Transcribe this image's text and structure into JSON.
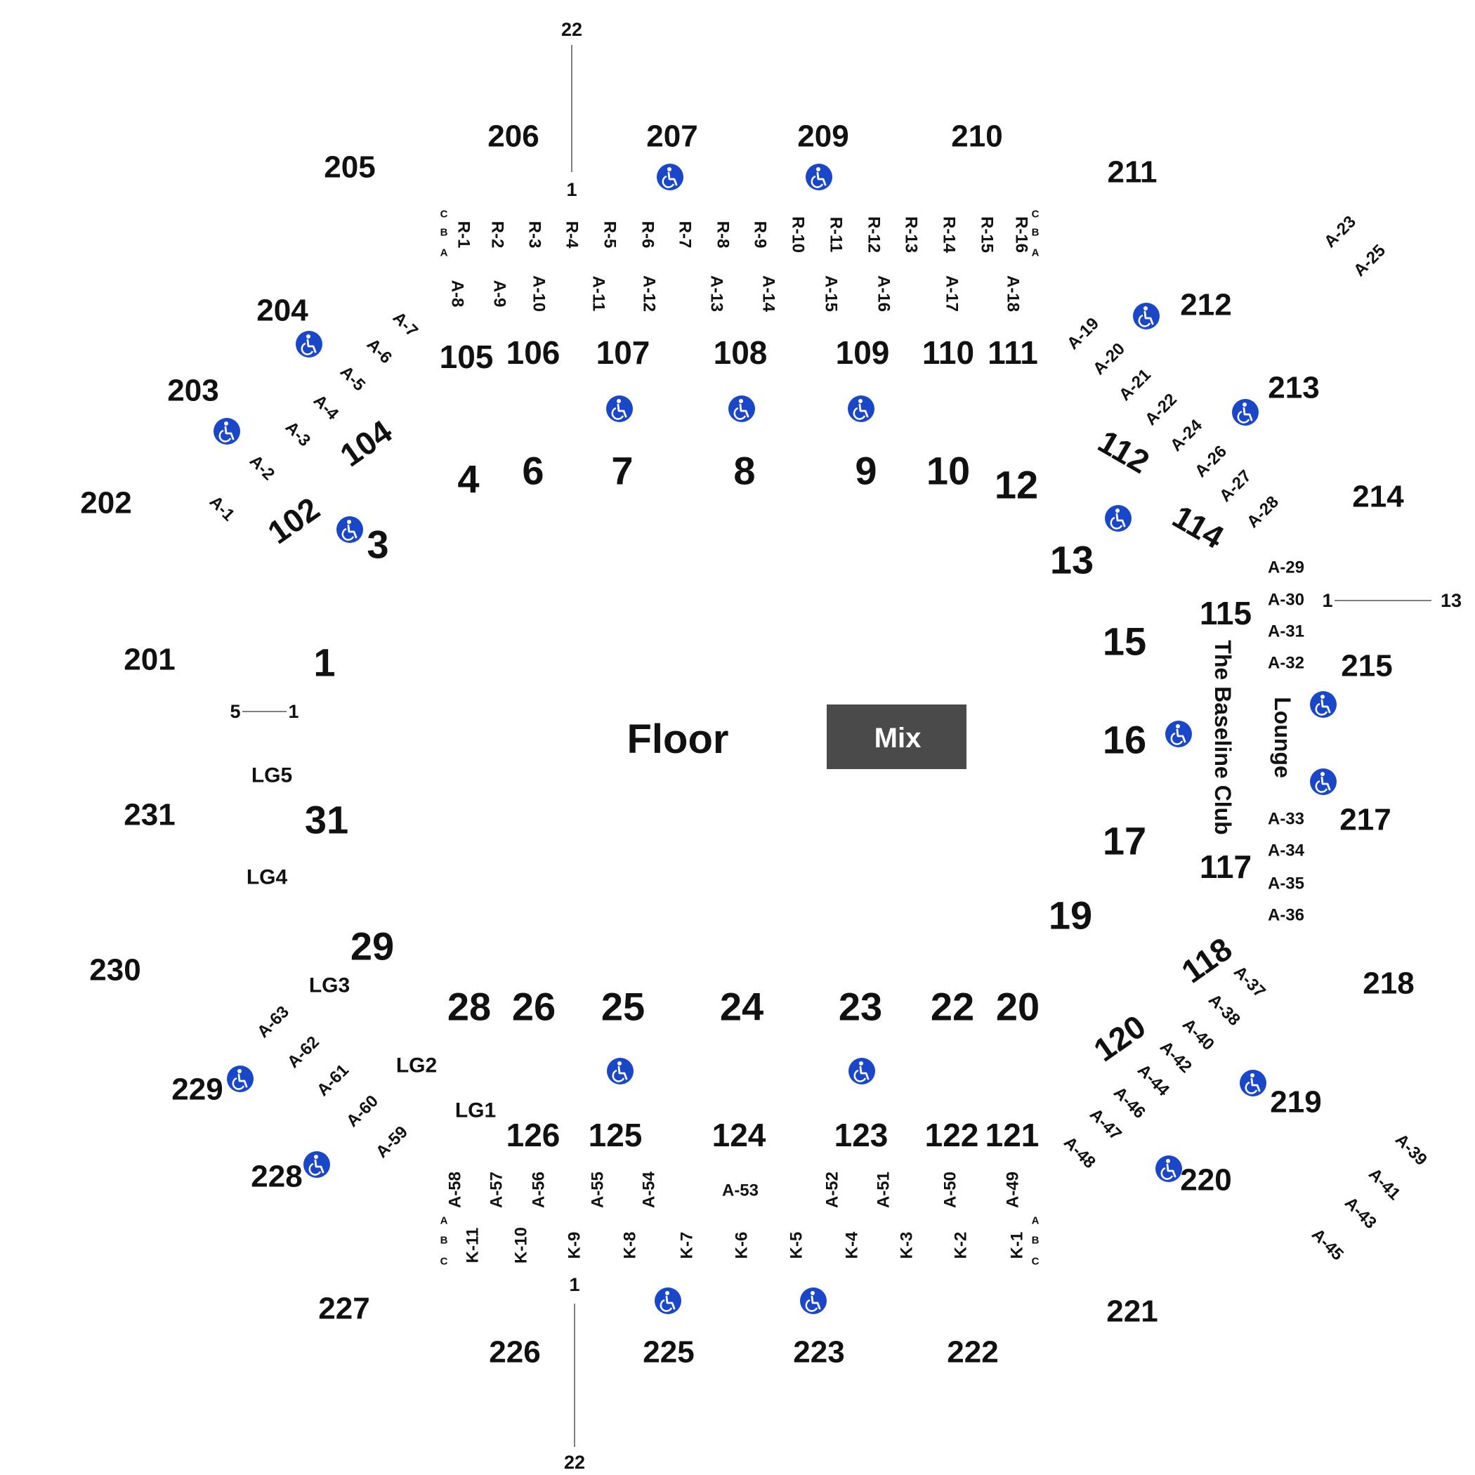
{
  "colors": {
    "text": "#111111",
    "ada": "#1a46c8",
    "mix": "#4a4a4a",
    "mix_text": "#ffffff",
    "line": "#555555"
  },
  "icons": {
    "accessible": "wheelchair-icon"
  },
  "floor": "Floor",
  "mix": "Mix",
  "baseline_club": "The Baseline Club",
  "lounge": "Lounge",
  "seat_numbers": {
    "top_22": "22",
    "top_1": "1",
    "right_1": "1",
    "right_13": "13",
    "left_5": "5",
    "left_1": "1",
    "bottom_1": "1",
    "bottom_22": "22"
  },
  "rows": {
    "top_c": "C",
    "top_b": "B",
    "top_a": "A",
    "bottom_a": "A",
    "bottom_b": "B",
    "bottom_c": "C"
  },
  "upper_sections": [
    "205",
    "206",
    "207",
    "209",
    "210",
    "211",
    "212",
    "213",
    "214",
    "215",
    "217",
    "218",
    "219",
    "220",
    "221",
    "222",
    "223",
    "225",
    "226",
    "227",
    "228",
    "229",
    "230",
    "231",
    "201",
    "202",
    "203",
    "204"
  ],
  "lower_sections": [
    "102",
    "104",
    "105",
    "106",
    "107",
    "108",
    "109",
    "110",
    "111",
    "112",
    "114",
    "115",
    "117",
    "118",
    "120",
    "121",
    "122",
    "123",
    "124",
    "125",
    "126"
  ],
  "floor_sections": [
    "1",
    "3",
    "4",
    "6",
    "7",
    "8",
    "9",
    "10",
    "12",
    "13",
    "15",
    "16",
    "17",
    "19",
    "20",
    "22",
    "23",
    "24",
    "25",
    "26",
    "28",
    "29",
    "31"
  ],
  "lodges": [
    "LG1",
    "LG2",
    "LG3",
    "LG4",
    "LG5"
  ],
  "r_boxes": [
    "R-1",
    "R-2",
    "R-3",
    "R-4",
    "R-5",
    "R-6",
    "R-7",
    "R-8",
    "R-9",
    "R-10",
    "R-11",
    "R-12",
    "R-13",
    "R-14",
    "R-15",
    "R-16"
  ],
  "k_boxes": [
    "K-1",
    "K-2",
    "K-3",
    "K-4",
    "K-5",
    "K-6",
    "K-7",
    "K-8",
    "K-9",
    "K-10",
    "K-11"
  ],
  "a_boxes": [
    "A-1",
    "A-2",
    "A-3",
    "A-4",
    "A-5",
    "A-6",
    "A-7",
    "A-8",
    "A-9",
    "A-10",
    "A-11",
    "A-12",
    "A-13",
    "A-14",
    "A-15",
    "A-16",
    "A-17",
    "A-18",
    "A-19",
    "A-20",
    "A-21",
    "A-22",
    "A-23",
    "A-24",
    "A-25",
    "A-26",
    "A-27",
    "A-28",
    "A-29",
    "A-30",
    "A-31",
    "A-32",
    "A-33",
    "A-34",
    "A-35",
    "A-36",
    "A-37",
    "A-38",
    "A-39",
    "A-40",
    "A-41",
    "A-42",
    "A-43",
    "A-44",
    "A-45",
    "A-46",
    "A-47",
    "A-48",
    "A-49",
    "A-50",
    "A-51",
    "A-52",
    "A-53",
    "A-54",
    "A-55",
    "A-56",
    "A-57",
    "A-58",
    "A-59",
    "A-60",
    "A-61",
    "A-62",
    "A-63"
  ]
}
